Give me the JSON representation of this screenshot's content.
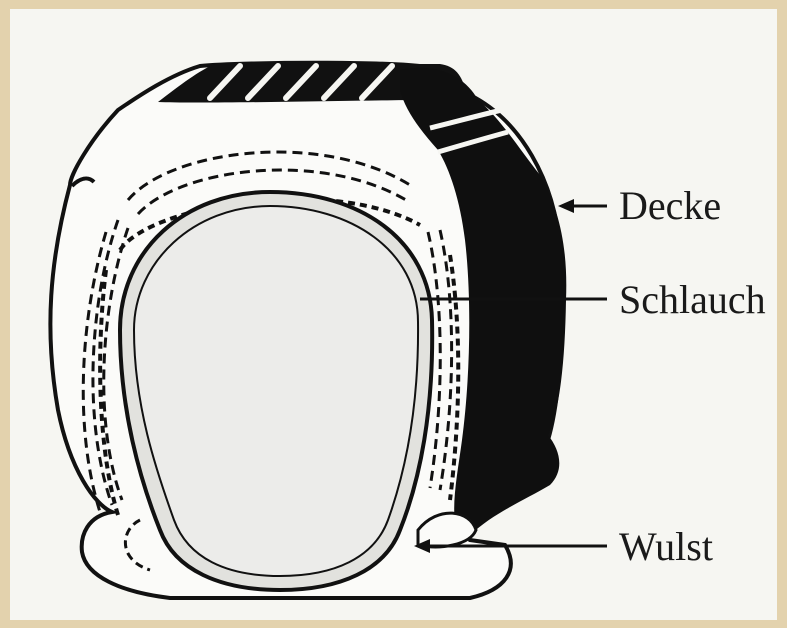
{
  "figure": {
    "labels": {
      "decke": "Decke",
      "schlauch": "Schlauch",
      "wulst": "Wulst"
    },
    "colors": {
      "background": "#e3d2ad",
      "paper": "#f6f6f2",
      "ink": "#111111",
      "tube_fill": "#ececea"
    },
    "icons": {
      "arrow": "left-arrow-icon"
    }
  }
}
